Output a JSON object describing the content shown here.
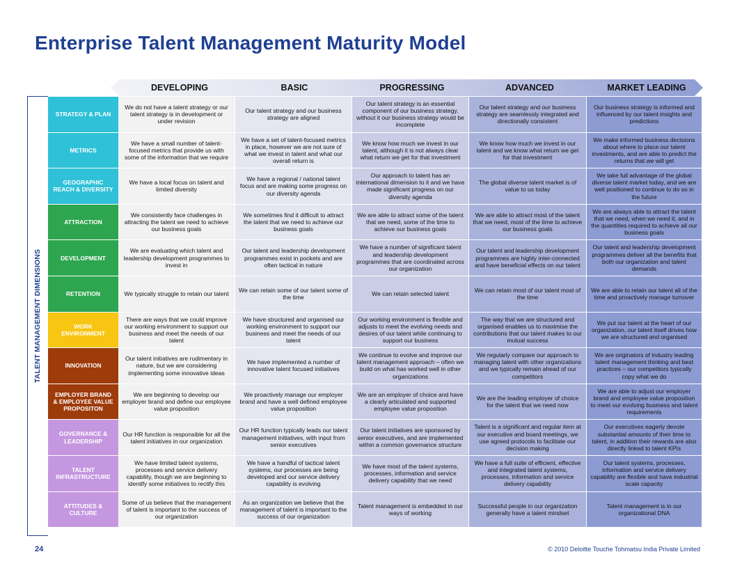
{
  "title": "Enterprise Talent Management Maturity Model",
  "axis_label": "TALENT MANAGEMENT DIMENSIONS",
  "levels": [
    "DEVELOPING",
    "BASIC",
    "PROGRESSING",
    "ADVANCED",
    "MARKET LEADING"
  ],
  "rows": [
    {
      "dimension": "STRATEGY & PLAN",
      "color": "#2fc1d8",
      "cells": [
        "We do not have a talent strategy or our talent strategy is in development or under revision",
        "Our talent strategy and our business strategy are aligned",
        "Our talent strategy is an essential component of our business strategy, without it our business strategy would be incomplete",
        "Our talent strategy and our business strategy are seamlessly integrated and directionally consistent",
        "Our business strategy is informed and influenced by our talent insights and predictions"
      ]
    },
    {
      "dimension": "METRICS",
      "color": "#2fc1d8",
      "cells": [
        "We have a small number of talent-focused metrics that provide us with some of the information that we require",
        "We have a set of talent-focused metrics in place, however we are not sure of what we invest in talent and what our overall return is",
        "We know how much we invest in our talent, although it is not always clear what return we get for that investment",
        "We know how much we invest in our talent and we know what return we get for that investment",
        "We make informed business decisions about where to place our talent investments, and are able to predict the returns that we will get"
      ]
    },
    {
      "dimension": "GEOGRAPHIC REACH & DIVERSITY",
      "color": "#2fc1d8",
      "cells": [
        "We have a local focus on talent and limited diversity",
        "We have a regional / national talent focus and are making some progress on our diversity agenda",
        "Our approach to talent has an international dimension to it and we have made significant progress on our diversity agenda",
        "The global diverse talent market is of value to us today",
        "We take full advantage of the global diverse talent market today, and we are well positioned to continue to do so in the future"
      ]
    },
    {
      "dimension": "ATTRACTION",
      "color": "#2ea54f",
      "cells": [
        "We consistently face challenges in attracting the talent we need to achieve our business goals",
        "We sometimes find it difficult to attract the talent that we need to achieve our business goals",
        "We are able to attract some of the talent that we need, some of the time to achieve our business goals",
        "We are able to attract most of the talent that we need, most of the time to achieve our business goals",
        "We are always able to attract the talent that we need, when we need it, and in the quantities required to achieve all our business goals"
      ]
    },
    {
      "dimension": "DEVELOPMENT",
      "color": "#2ea54f",
      "cells": [
        "We are evaluating which talent and leadership development programmes to invest in",
        "Our talent and leadership development programmes exist in pockets and are often tactical in nature",
        "We have a number of significant talent and leadership development programmes that are coordinated across our organization",
        "Our talent and leadership development programmes are highly inter-connected and have beneficial effects on our talent",
        "Our talent and leadership development programmes deliver all the benefits that both our organization and talent demands"
      ]
    },
    {
      "dimension": "RETENTION",
      "color": "#2ea54f",
      "cells": [
        "We typically struggle to retain our talent",
        "We can retain some of our talent some of the time",
        "We can retain selected talent",
        "We can retain most of our talent most of the time",
        "We are able to retain our talent all of the time and proactively manage turnover"
      ]
    },
    {
      "dimension": "WORK ENVIRONMENT",
      "color": "#f7c512",
      "cells": [
        "There are ways that we could improve our working environment to support our business and meet the needs of our talent",
        "We have structured and organised our working environment to support our business and meet the needs of our talent",
        "Our working environment is flexible and adjusts to meet the evolving needs and desires of our talent while continuing to support our business",
        "The way that we are structured and organised enables us to maximise the contributions that our talent makes to our mutual success",
        "We put our talent at the heart of our organization, our talent itself drives how we are structured and organised"
      ]
    },
    {
      "dimension": "INNOVATION",
      "color": "#9e3b0b",
      "cells": [
        "Our talent initiatives are rudimentary in nature, but we are considering implementing some innovative ideas",
        "We have implemented a number of innovative talent focused initiatives",
        "We continue to evolve and improve our talent management approach – often we build on what has worked well in other organizations",
        "We regularly compare our approach to managing talent with other organizations and we typically remain ahead of our competitors",
        "We are originators of industry leading talent management thinking and best practices – our competitors typically copy what we do"
      ]
    },
    {
      "dimension": "EMPLOYER BRAND & EMPLOYEE VALUE PROPOSITON",
      "color": "#9e3b0b",
      "cells": [
        "We are beginning to develop our employer brand and define our employee value proposition",
        "We proactively manage our employer brand and have a well defined employee value proposition",
        "We are an employer of choice and have a clearly articulated and supported employee value proposition",
        "We are the leading employer of choice for the talent that we need now",
        "We are able to adjust our employer brand and employee value proposition to meet our evolving business and talent requirements"
      ]
    },
    {
      "dimension": "GOVERNANCE & LEADERSHIP",
      "color": "#c597e0",
      "cells": [
        "Our HR function is responsible for all the talent initiatives in our organization",
        "Our HR function typically leads our talent management initiatives, with input from senior executives",
        "Our talent initiatives are sponsored by senior executives, and are implemented within a common governance structure",
        "Talent is a significant and regular item at our executive and board meetings, we use agreed protocols to facilitate our decision making",
        "Our executives eagerly devote substantial amounts of their time to talent, in addition their rewards are also directly linked to talent KPIs"
      ]
    },
    {
      "dimension": "TALENT INFRASTRUCTURE",
      "color": "#c597e0",
      "cells": [
        "We have limited talent systems, processes and service delivery capability, though we are beginning to identify some initiatives to rectify this",
        "We have a handful of tactical talent systems, our processes are being developed and our service delivery capability is evolving",
        "We have most of the talent systems, processes, information and service delivery capability that we need",
        "We have a full suite of efficient, effective and integrated talent systems, processes, information and service delivery capability",
        "Our talent systems, processes, information and service delivery capability are flexible and have industrial scale capacity"
      ]
    },
    {
      "dimension": "ATTITUDES & CULTURE",
      "color": "#c597e0",
      "cells": [
        "Some of us believe that the management of talent is important to the success of our organization",
        "As an organization we believe that the management of talent is important to the success of our organization",
        "Talent management is embedded in our ways of working",
        "Successful people in our organization generally have a talent mindset",
        "Talent management is in our organizational DNA"
      ]
    }
  ],
  "footer": {
    "page_number": "24",
    "copyright": "© 2010 Deloitte Touche Tohmatsu India Private Limited"
  }
}
